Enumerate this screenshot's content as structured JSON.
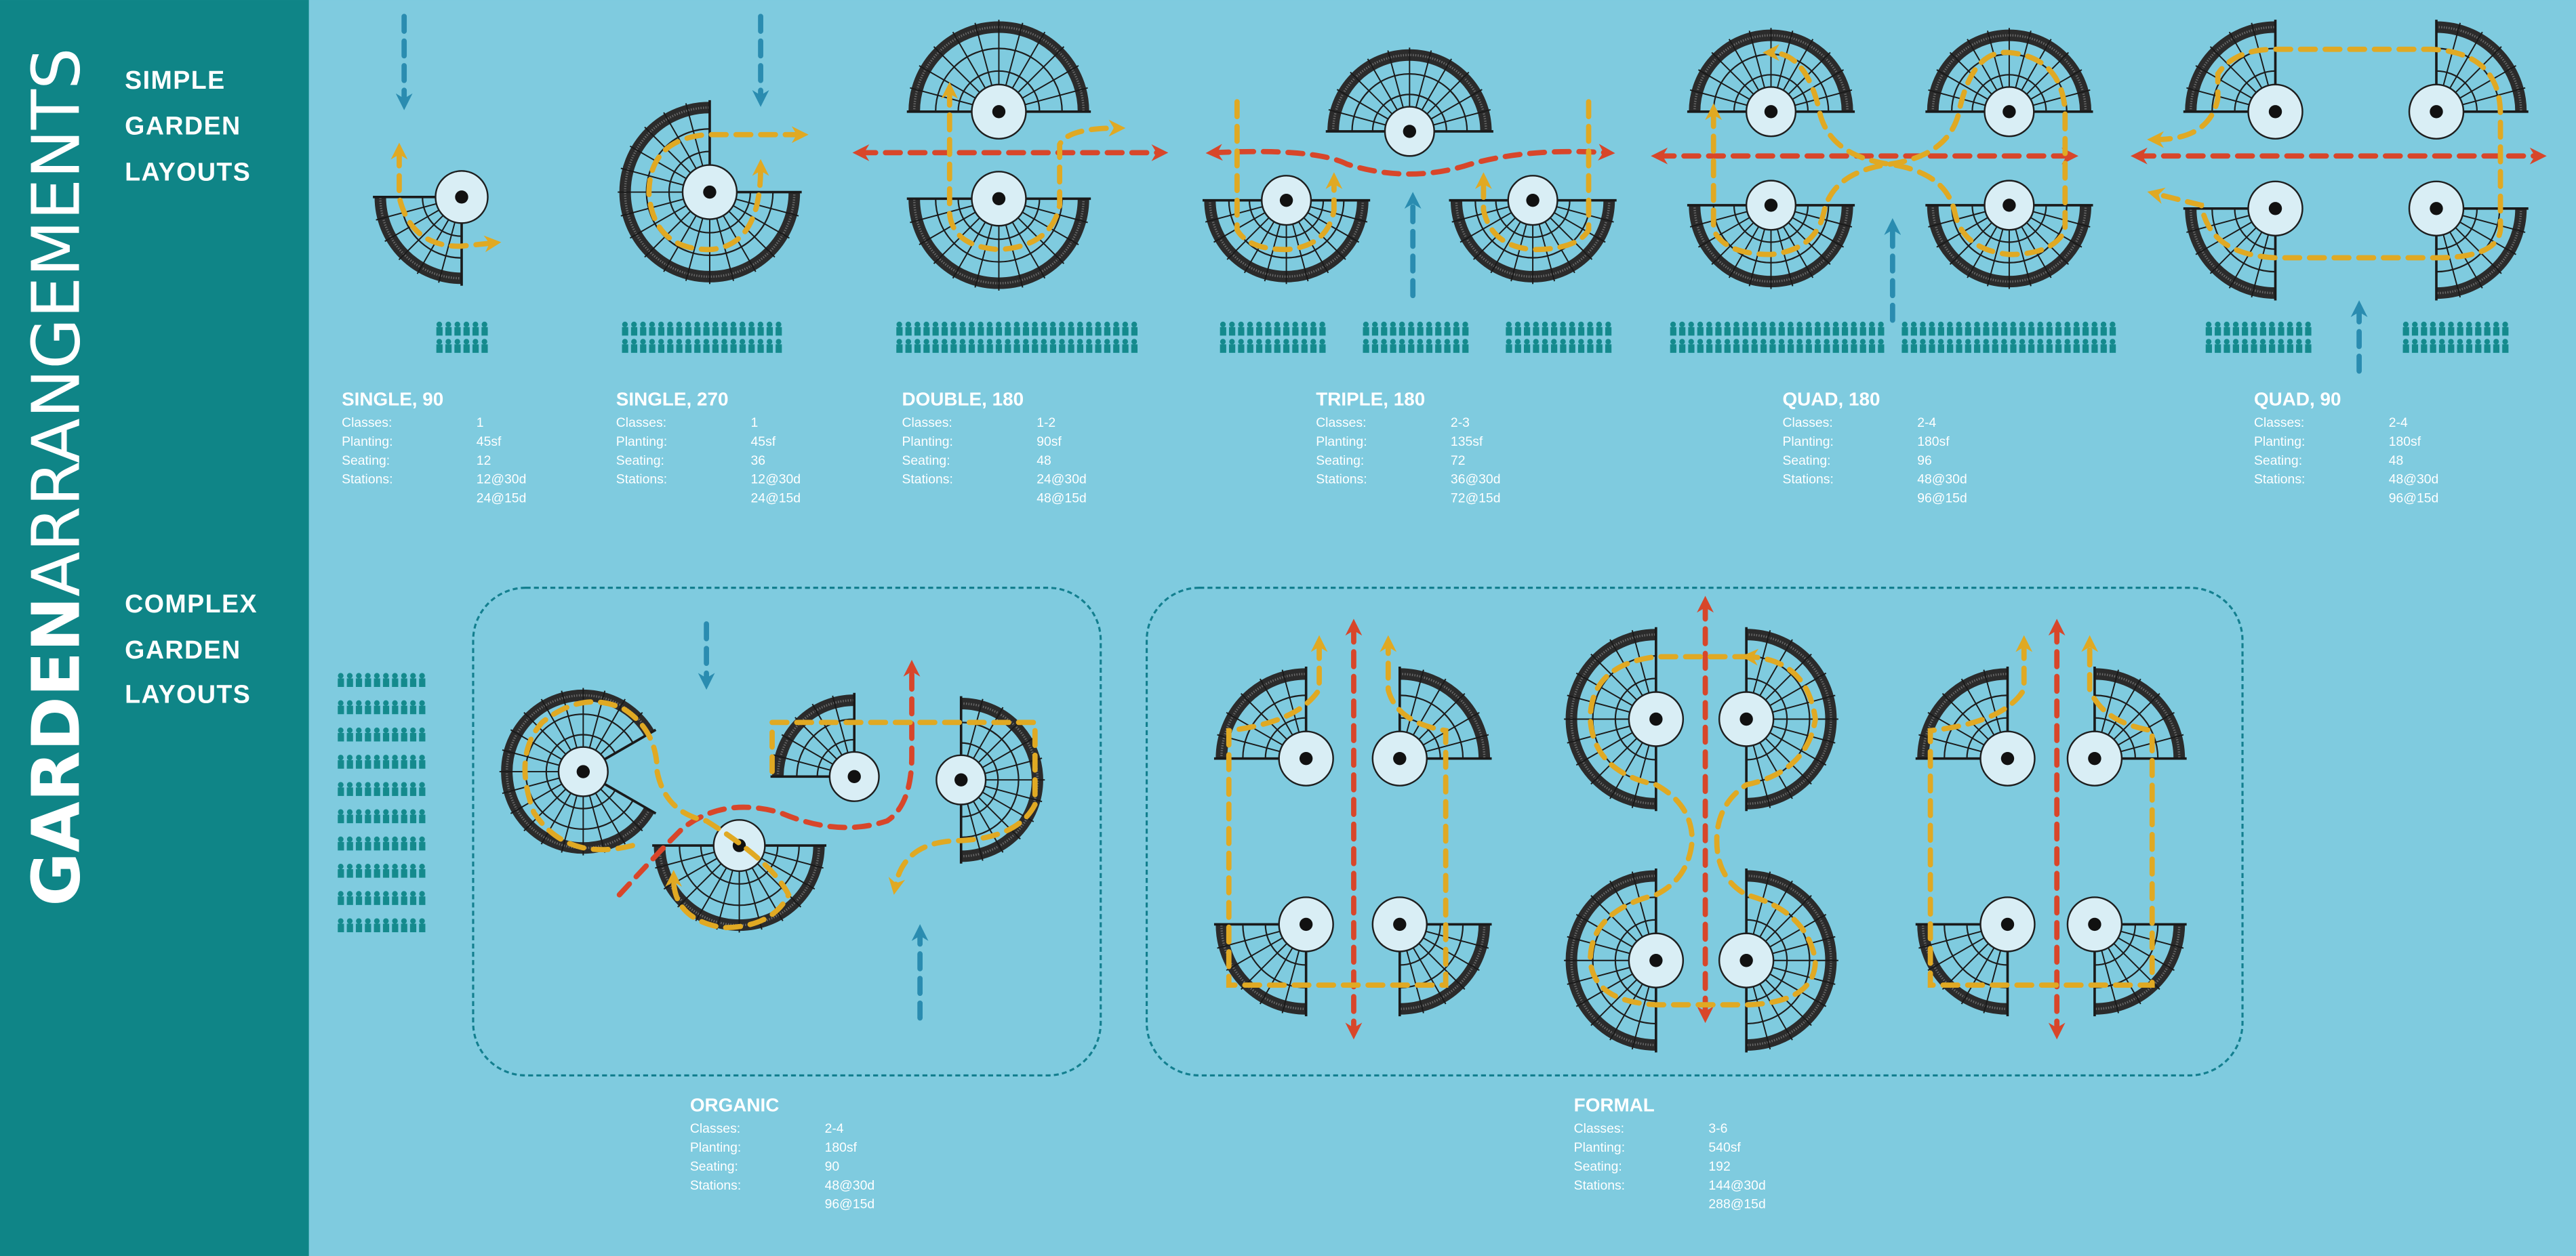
{
  "colors": {
    "background": "#7fcbdf",
    "sidebar": "#0f8587",
    "people": "#148a8d",
    "entry_path": "#2a8cb0",
    "class_path": "#e0a923",
    "main_path": "#d8462a",
    "bed": "#2b2b2b",
    "hub": "#d9eef5"
  },
  "sidebar": {
    "title_bold": "GARDEN",
    "title_light": "ARRANGEMENTS",
    "simple_heading": [
      "SIMPLE",
      "GARDEN",
      "LAYOUTS"
    ],
    "complex_heading": [
      "COMPLEX",
      "GARDEN",
      "LAYOUTS"
    ]
  },
  "stat_labels": [
    "Classes:",
    "Planting:",
    "Seating:",
    "Stations:"
  ],
  "layouts": [
    {
      "name": "SINGLE, 90",
      "classes": "1",
      "planting": "45sf",
      "seating": "12",
      "stations_30": "12@30d",
      "stations_15": "24@15d"
    },
    {
      "name": "SINGLE, 270",
      "classes": "1",
      "planting": "45sf",
      "seating": "36",
      "stations_30": "12@30d",
      "stations_15": "24@15d"
    },
    {
      "name": "DOUBLE, 180",
      "classes": "1-2",
      "planting": "90sf",
      "seating": "48",
      "stations_30": "24@30d",
      "stations_15": "48@15d"
    },
    {
      "name": "TRIPLE, 180",
      "classes": "2-3",
      "planting": "135sf",
      "seating": "72",
      "stations_30": "36@30d",
      "stations_15": "72@15d"
    },
    {
      "name": "QUAD, 180",
      "classes": "2-4",
      "planting": "180sf",
      "seating": "96",
      "stations_30": "48@30d",
      "stations_15": "96@15d"
    },
    {
      "name": "QUAD, 90",
      "classes": "2-4",
      "planting": "180sf",
      "seating": "48",
      "stations_30": "48@30d",
      "stations_15": "96@15d"
    },
    {
      "name": "ORGANIC",
      "classes": "2-4",
      "planting": "180sf",
      "seating": "90",
      "stations_30": "48@30d",
      "stations_15": "96@15d"
    },
    {
      "name": "FORMAL",
      "classes": "3-6",
      "planting": "540sf",
      "seating": "192",
      "stations_30": "144@30d",
      "stations_15": "288@15d"
    }
  ]
}
